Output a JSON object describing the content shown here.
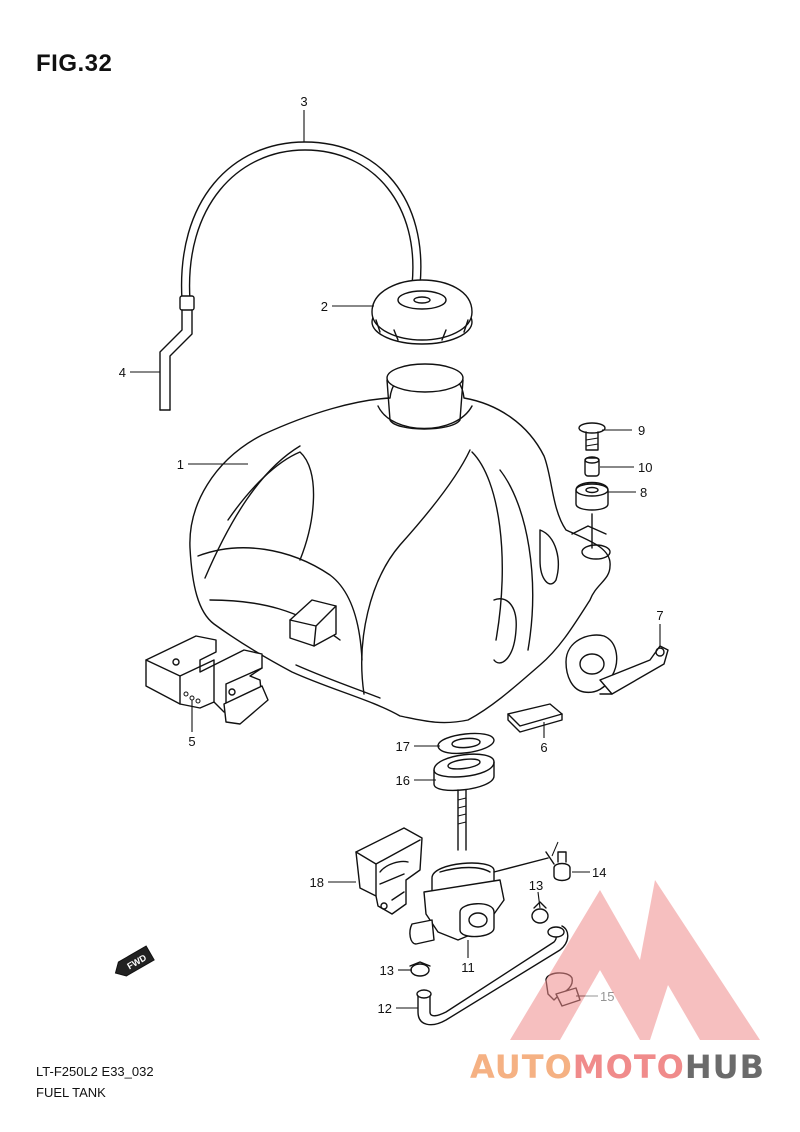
{
  "figure": {
    "title": "FIG.32"
  },
  "footer": {
    "code": "LT-F250L2 E33_032",
    "name": "FUEL TANK"
  },
  "fwd_arrow": {
    "text": "FWD"
  },
  "watermark": {
    "part_a": "AUTO",
    "part_b": "MOTO",
    "part_c": "HUB",
    "colors": {
      "orange": "#f5b183",
      "red": "#f08b8b",
      "gray": "#6b6b6b"
    }
  },
  "callouts": {
    "p1": "1",
    "p2": "2",
    "p3": "3",
    "p4": "4",
    "p5": "5",
    "p6": "6",
    "p7": "7",
    "p8": "8",
    "p9": "9",
    "p10": "10",
    "p11": "11",
    "p12": "12",
    "p13a": "13",
    "p13b": "13",
    "p14": "14",
    "p15": "15",
    "p16": "16",
    "p17": "17",
    "p18": "18"
  }
}
